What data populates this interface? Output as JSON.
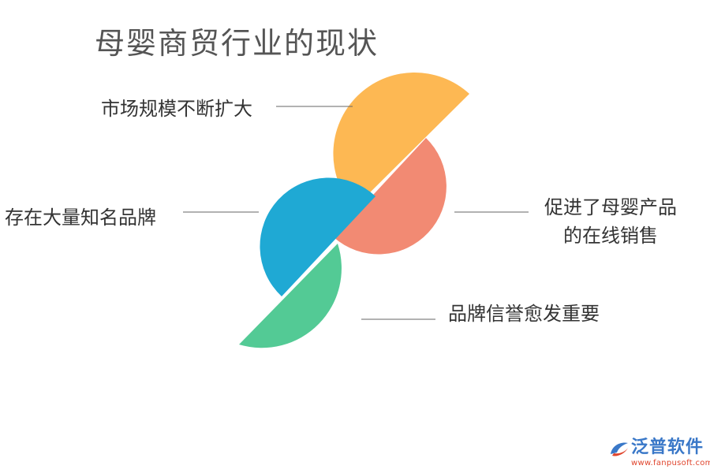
{
  "title": "母婴商贸行业的现状",
  "labels": {
    "top_left": "市场规模不断扩大",
    "mid_left": "存在大量知名品牌",
    "mid_right_line1": "促进了母婴产品",
    "mid_right_line2": "的在线销售",
    "bottom_right": "品牌信誉愈发重要"
  },
  "colors": {
    "yellow": "#FDB853",
    "salmon": "#F28A73",
    "blue": "#1FA9D4",
    "green": "#53CA95",
    "line": "#666666"
  },
  "logo": {
    "name": "泛普软件",
    "url": "www.fanpusoft.com"
  }
}
